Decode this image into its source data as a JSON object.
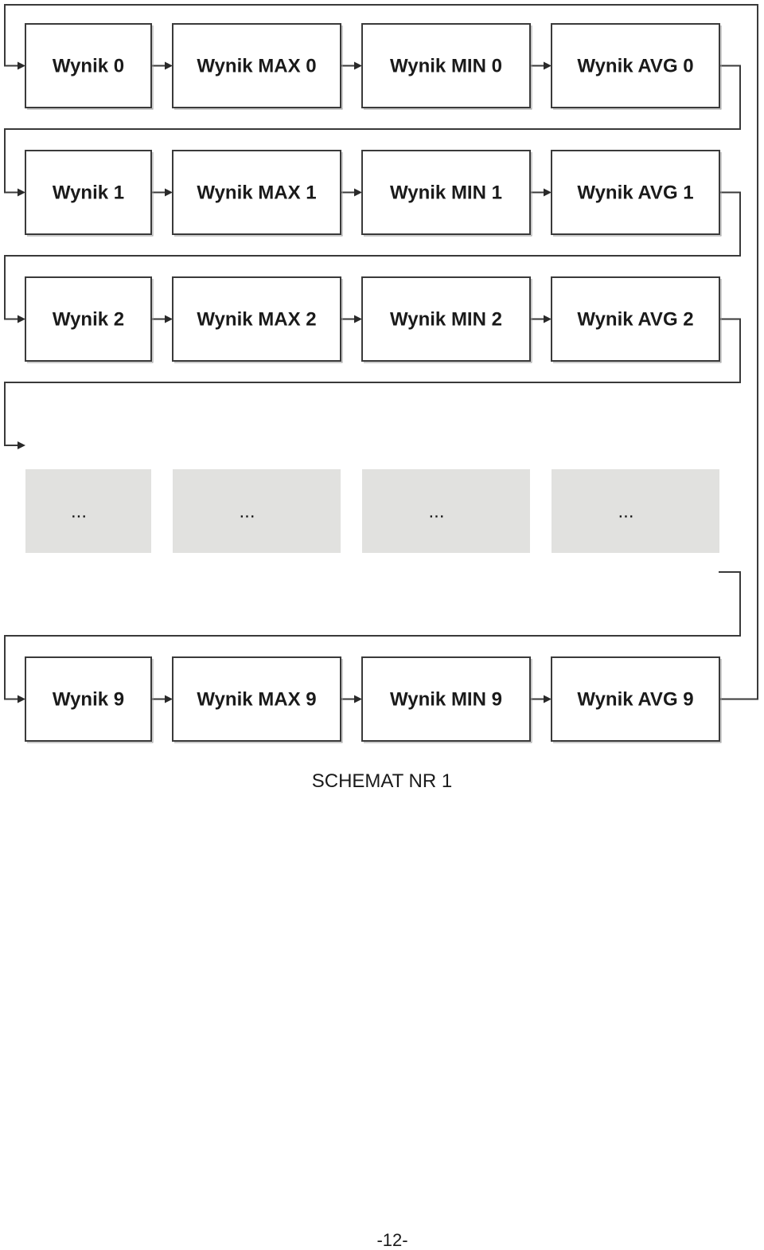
{
  "diagram": {
    "rows": [
      {
        "kind": "boxes",
        "items": [
          "Wynik 0",
          "Wynik MAX 0",
          "Wynik MIN 0",
          "Wynik AVG 0"
        ]
      },
      {
        "kind": "boxes",
        "items": [
          "Wynik 1",
          "Wynik MAX 1",
          "Wynik MIN 1",
          "Wynik AVG 1"
        ]
      },
      {
        "kind": "boxes",
        "items": [
          "Wynik 2",
          "Wynik MAX 2",
          "Wynik MIN 2",
          "Wynik AVG 2"
        ]
      },
      {
        "kind": "ellipsis",
        "items": [
          "...",
          "...",
          "...",
          "..."
        ]
      },
      {
        "kind": "boxes",
        "items": [
          "Wynik 9",
          "Wynik MAX 9",
          "Wynik MIN 9",
          "Wynik AVG 9"
        ]
      }
    ],
    "colors": {
      "box_border": "#3a3a3a",
      "box_fill": "#ffffff",
      "ellipsis_fill": "#e1e1df",
      "text": "#1a1a1a"
    }
  },
  "caption": "SCHEMAT NR 1",
  "page_number": "-12-"
}
